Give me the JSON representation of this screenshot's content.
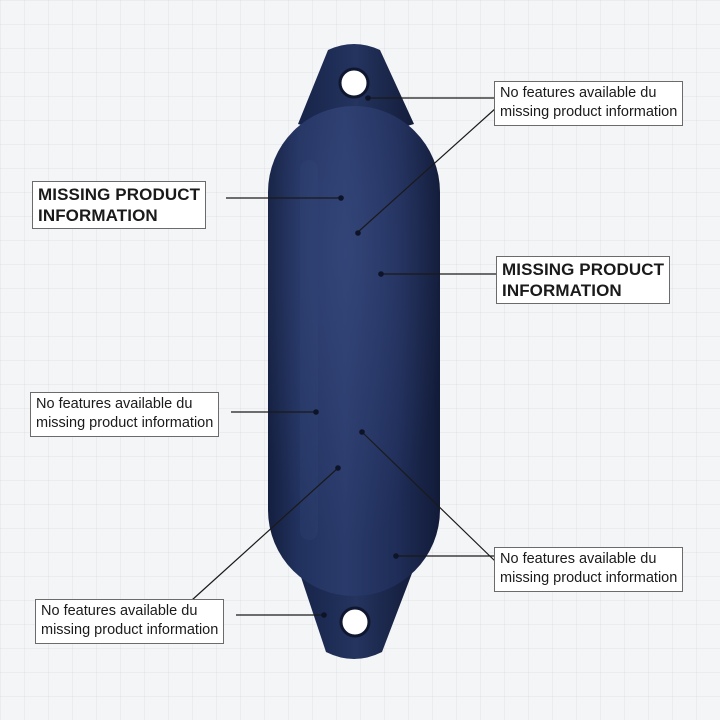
{
  "callouts": {
    "top_right": {
      "line1": "No features available du",
      "line2": "missing product information"
    },
    "upper_left": {
      "line1": "MISSING PRODUCT",
      "line2": "INFORMATION"
    },
    "middle_right": {
      "line1": "MISSING PRODUCT",
      "line2": "INFORMATION"
    },
    "middle_left": {
      "line1": "No features available du",
      "line2": "missing product information"
    },
    "lower_right": {
      "line1": "No features available du",
      "line2": "missing product information"
    },
    "bottom_left": {
      "line1": "No features available du",
      "line2": "missing product information"
    }
  },
  "colors": {
    "fender_body": "#1c2a52",
    "fender_highlight": "#2c3d70",
    "leader_line": "#1a1a1a",
    "background": "#f4f5f7"
  }
}
